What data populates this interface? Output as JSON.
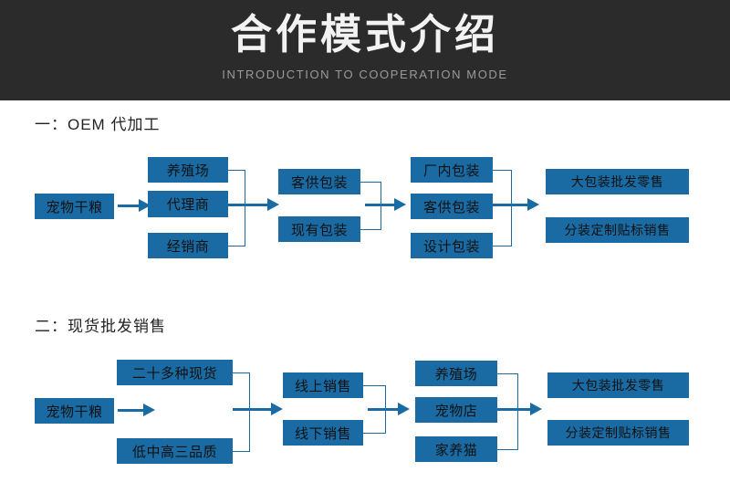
{
  "banner": {
    "title": "合作模式介绍",
    "subtitle": "INTRODUCTION TO COOPERATION MODE",
    "bg_color": "#2b2b2b",
    "title_color": "#f2f2f2",
    "subtitle_color": "#9a9a9a"
  },
  "theme": {
    "box_color": "#1a6ba3",
    "line_color": "#1a6ba3",
    "page_bg": "#ffffff"
  },
  "sections": [
    {
      "heading": "一：OEM 代加工",
      "columns": [
        {
          "name": "source",
          "boxes": [
            "宠物干粮"
          ]
        },
        {
          "name": "channel",
          "boxes": [
            "养殖场",
            "代理商",
            "经销商"
          ]
        },
        {
          "name": "packaging-source",
          "boxes": [
            "客供包装",
            "现有包装"
          ]
        },
        {
          "name": "packaging-type",
          "boxes": [
            "厂内包装",
            "客供包装",
            "设计包装"
          ]
        },
        {
          "name": "sales",
          "boxes": [
            "大包装批发零售",
            "分装定制贴标销售"
          ]
        }
      ]
    },
    {
      "heading": "二：现货批发销售",
      "columns": [
        {
          "name": "source",
          "boxes": [
            "宠物干粮"
          ]
        },
        {
          "name": "stock",
          "boxes": [
            "二十多种现货",
            "低中高三品质"
          ]
        },
        {
          "name": "channel",
          "boxes": [
            "线上销售",
            "线下销售"
          ]
        },
        {
          "name": "customer",
          "boxes": [
            "养殖场",
            "宠物店",
            "家养猫"
          ]
        },
        {
          "name": "sales",
          "boxes": [
            "大包装批发零售",
            "分装定制贴标销售"
          ]
        }
      ]
    }
  ]
}
